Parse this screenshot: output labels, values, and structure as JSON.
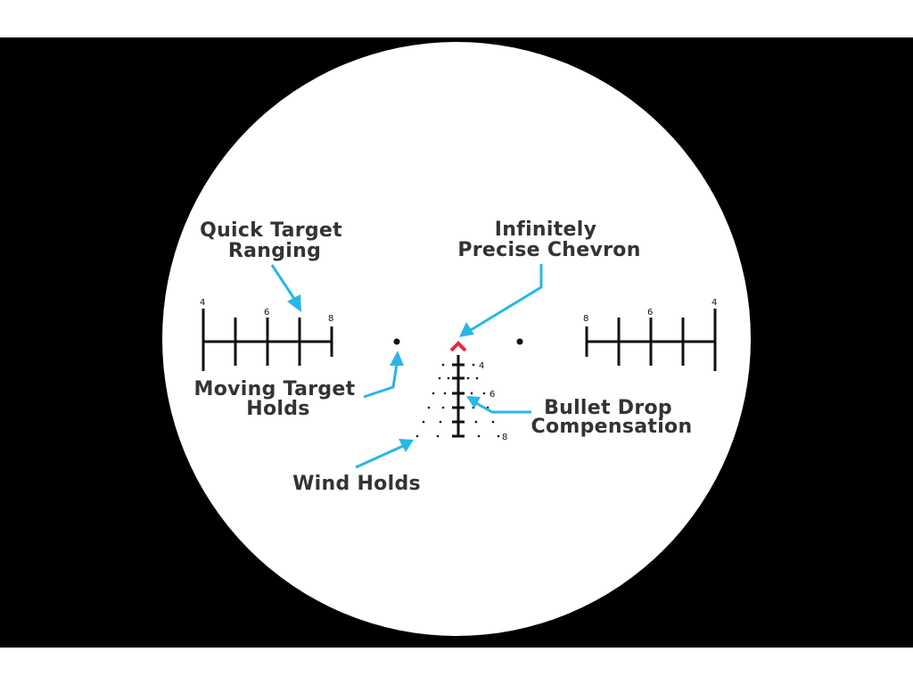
{
  "annotations": {
    "quick_target_ranging": [
      "Quick Target",
      "Ranging"
    ],
    "infinitely_precise_chevron": [
      "Infinitely",
      "Precise Chevron"
    ],
    "moving_target_holds": [
      "Moving Target",
      "Holds"
    ],
    "bullet_drop_compensation": [
      "Bullet Drop",
      "Compensation"
    ],
    "wind_holds": [
      "Wind Holds"
    ]
  },
  "ranging_scale": {
    "left_labels": [
      "4",
      "6",
      "8"
    ],
    "right_labels": [
      "8",
      "6",
      "4"
    ]
  },
  "bdc_labels": [
    "4",
    "6",
    "8"
  ],
  "colors": {
    "background": "#000000",
    "scope": "#ffffff",
    "reticle": "#111111",
    "chevron": "#e8273a",
    "arrow": "#29b6e8",
    "label_text": "#333333"
  }
}
